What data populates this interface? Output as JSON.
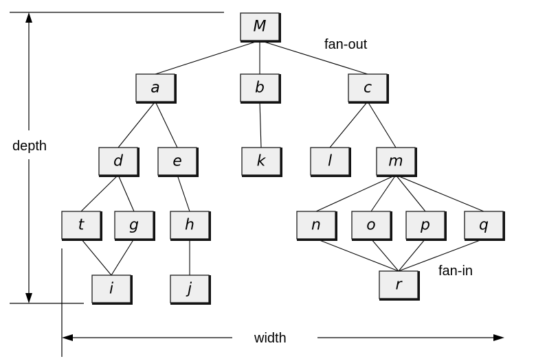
{
  "labels": {
    "fan_out": "fan-out",
    "fan_in": "fan-in",
    "depth": "depth",
    "width": "width"
  },
  "nodes": {
    "M": "M",
    "a": "a",
    "b": "b",
    "c": "c",
    "d": "d",
    "e": "e",
    "k": "k",
    "l": "l",
    "m": "m",
    "t": "t",
    "g": "g",
    "h": "h",
    "n": "n",
    "o": "o",
    "p": "p",
    "q": "q",
    "i": "i",
    "j": "j",
    "r": "r"
  },
  "edges": [
    [
      "M",
      "a"
    ],
    [
      "M",
      "b"
    ],
    [
      "M",
      "c"
    ],
    [
      "a",
      "d"
    ],
    [
      "a",
      "e"
    ],
    [
      "b",
      "k"
    ],
    [
      "c",
      "l"
    ],
    [
      "c",
      "m"
    ],
    [
      "d",
      "t"
    ],
    [
      "d",
      "g"
    ],
    [
      "e",
      "h"
    ],
    [
      "t",
      "i"
    ],
    [
      "g",
      "i"
    ],
    [
      "h",
      "j"
    ],
    [
      "m",
      "n"
    ],
    [
      "m",
      "o"
    ],
    [
      "m",
      "p"
    ],
    [
      "m",
      "q"
    ],
    [
      "n",
      "r"
    ],
    [
      "o",
      "r"
    ],
    [
      "p",
      "r"
    ],
    [
      "q",
      "r"
    ]
  ],
  "colors": {
    "node_fill": "#efefef",
    "node_border": "#1a1a1a",
    "line": "#000000"
  }
}
